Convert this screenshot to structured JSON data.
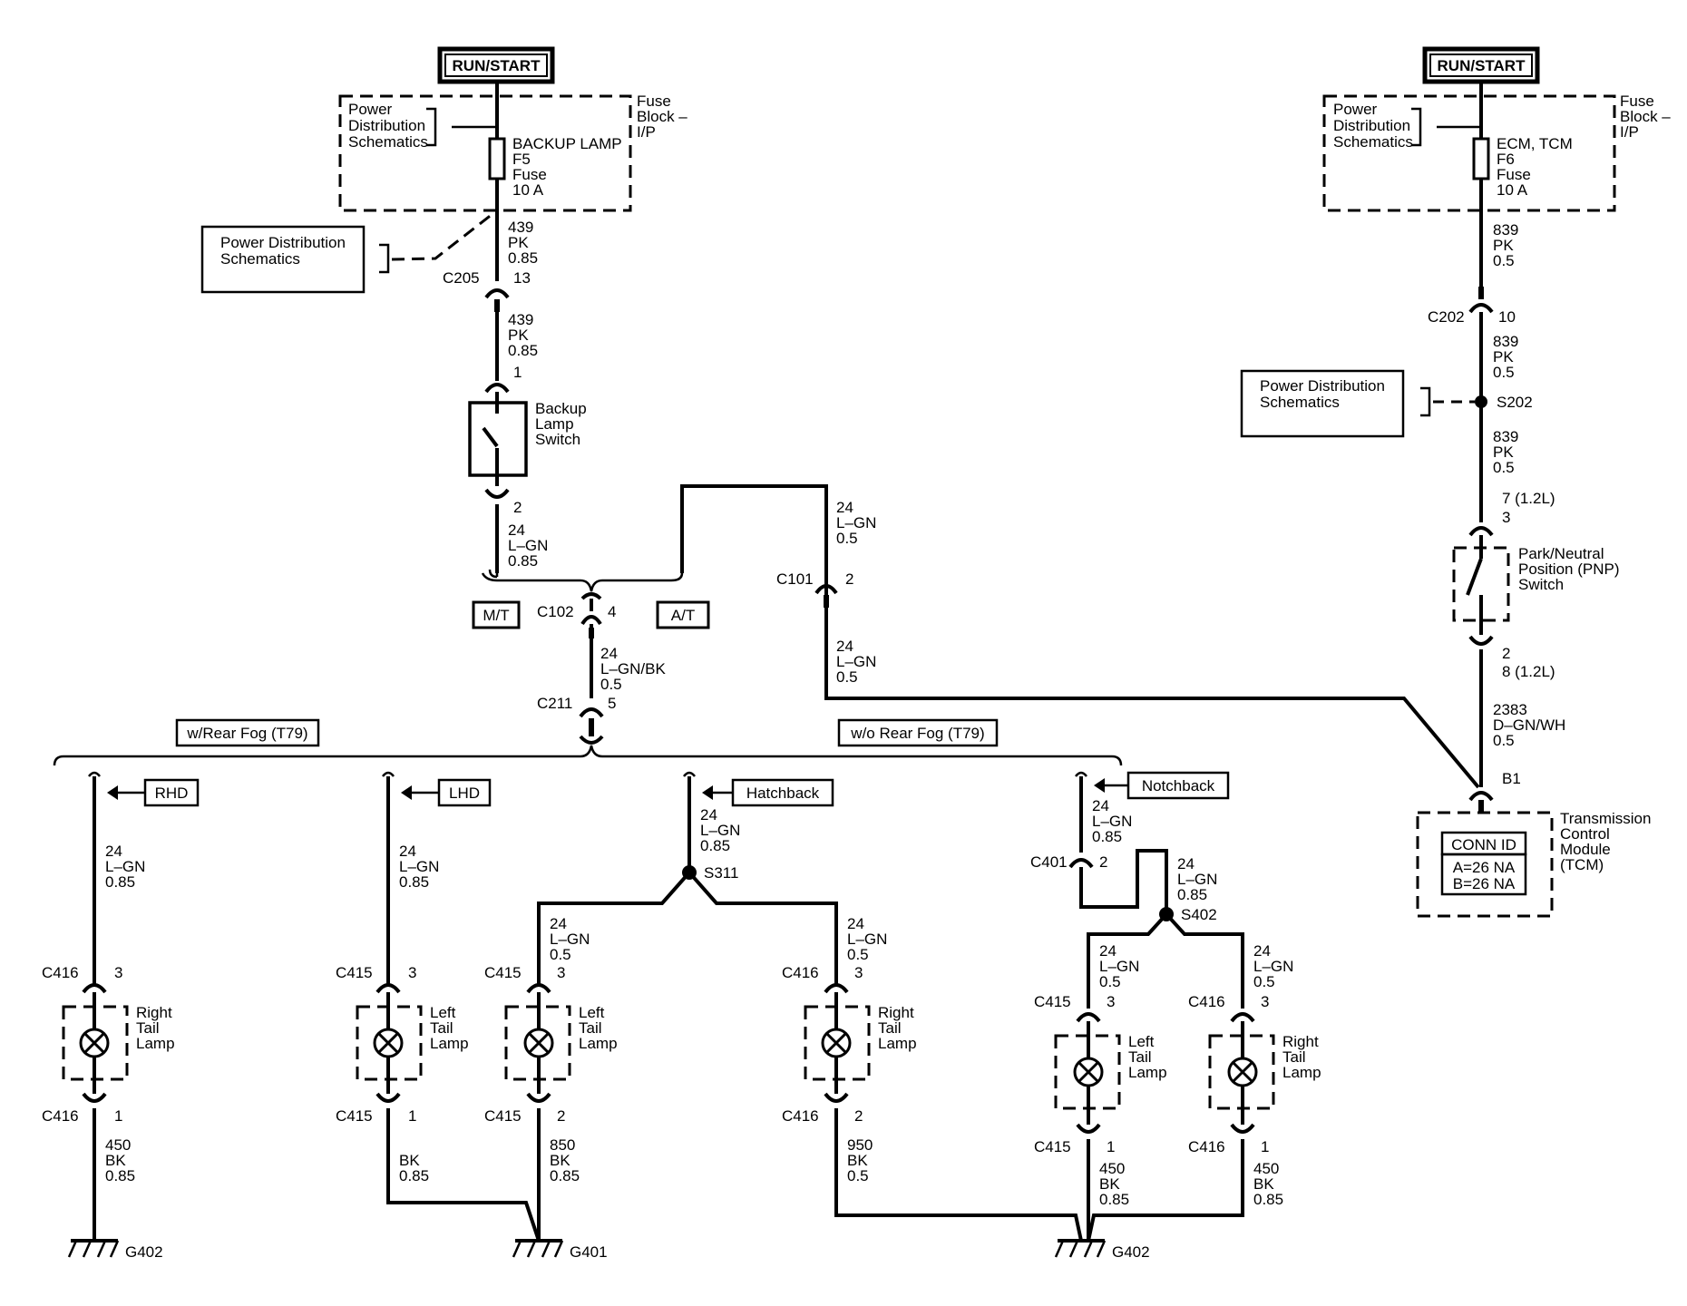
{
  "power": {
    "left": {
      "label": "RUN/START"
    },
    "right": {
      "label": "RUN/START"
    }
  },
  "fuse_block": {
    "left": {
      "name": "Fuse Block – I/P",
      "fuse_name": "BACKUP LAMP",
      "fuse_id": "F5",
      "fuse_word": "Fuse",
      "amp": "10 A",
      "pds": "Power Distribution Schematics"
    },
    "right": {
      "name": "Fuse Block – I/P",
      "fuse_name": "ECM, TCM",
      "fuse_id": "F6",
      "fuse_word": "Fuse",
      "amp": "10 A",
      "pds": "Power Distribution Schematics"
    }
  },
  "refboxes": {
    "pds_left": "Power Distribution Schematics",
    "pds_right": "Power Distribution Schematics"
  },
  "components": {
    "backup_switch": "Backup Lamp Switch",
    "pnp_switch": "Park/Neutral Position (PNP) Switch",
    "tcm": "Transmission Control Module (TCM)",
    "right_tail": "Right Tail Lamp",
    "left_tail": "Left Tail Lamp",
    "conn_id": "CONN ID",
    "conn_a": "A=26 NA",
    "conn_b": "B=26 NA"
  },
  "options": {
    "mt": "M/T",
    "at": "A/T",
    "with_fog": "w/Rear Fog (T79)",
    "without_fog": "w/o Rear Fog (T79)",
    "rhd": "RHD",
    "lhd": "LHD",
    "hatchback": "Hatchback",
    "notchback": "Notchback"
  },
  "connectors": {
    "C205": "C205",
    "C202": "C202",
    "C102": "C102",
    "C101": "C101",
    "C211": "C211",
    "C401": "C401",
    "C415": "C415",
    "C416": "C416",
    "S202": "S202",
    "S311": "S311",
    "S402": "S402",
    "B1": "B1",
    "G401": "G401",
    "G402": "G402"
  },
  "pins": {
    "p13": "13",
    "p1": "1",
    "p2": "2",
    "p3": "3",
    "p4": "4",
    "p5": "5",
    "p10": "10",
    "p7": "7 (1.2L)",
    "p8": "8 (1.2L)"
  },
  "wires": {
    "w439": [
      "439",
      "PK",
      "0.85"
    ],
    "w839": [
      "839",
      "PK",
      "0.5"
    ],
    "w24_085": [
      "24",
      "L–GN",
      "0.85"
    ],
    "w24_05": [
      "24",
      "L–GN",
      "0.5"
    ],
    "w24_bk": [
      "24",
      "L–GN/BK",
      "0.5"
    ],
    "w2383": [
      "2383",
      "D–GN/WH",
      "0.5"
    ],
    "w450": [
      "450",
      "BK",
      "0.85"
    ],
    "wbk": [
      "BK",
      "0.85"
    ],
    "w850": [
      "850",
      "BK",
      "0.85"
    ],
    "w950": [
      "950",
      "BK",
      "0.5"
    ]
  }
}
